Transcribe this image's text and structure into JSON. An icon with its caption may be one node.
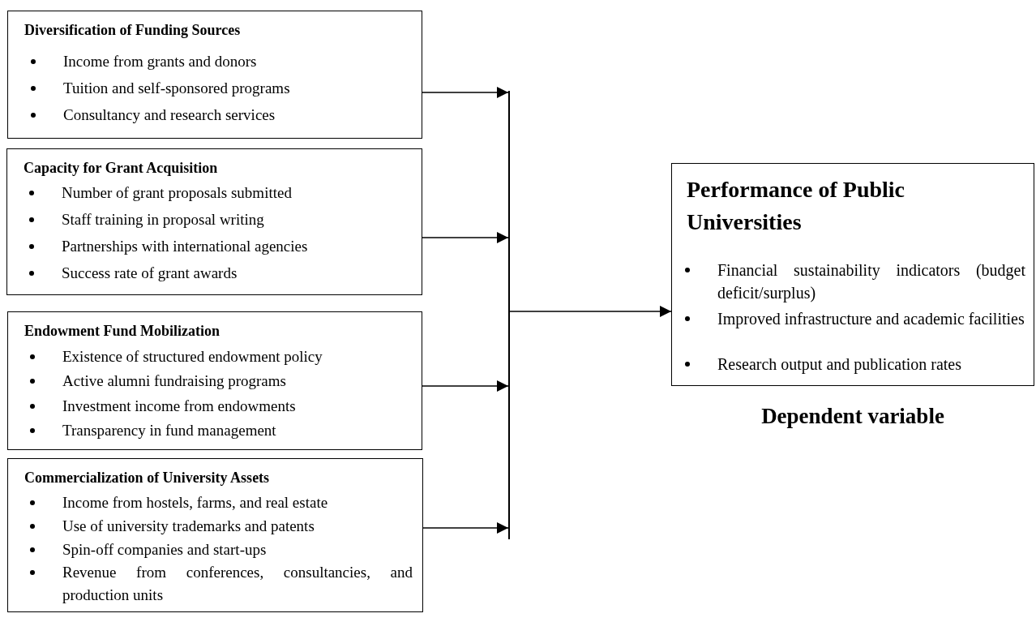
{
  "diagram": {
    "nodes": [
      {
        "text": [
          "Diversification of Funding Sources",
          "Income from grants and donors",
          "Tuition and self-sponsored programs",
          "Consultancy and research services"
        ]
      },
      {
        "text": [
          "Capacity for Grant Acquisition",
          "Number of grant proposals submitted",
          "Staff training in proposal writing",
          "Partnerships with international agencies",
          "Success rate of grant awards"
        ]
      },
      {
        "text": [
          "Endowment Fund Mobilization",
          "Existence of structured endowment policy",
          "Active alumni fundraising programs",
          "Investment income from endowments",
          "Transparency in fund management"
        ]
      },
      {
        "text": [
          "Commercialization of University Assets",
          "Income from hostels, farms, and real estate",
          "Use of university trademarks and patents",
          "Spin-off companies and start-ups",
          "Revenue from conferences, consultancies, and production units"
        ]
      },
      {
        "text": [],
        "shape": "bar"
      },
      {
        "text": [
          "Performance of Public Universities",
          "Financial sustainability indicators (budget deficit/surplus)",
          "Improved infrastructure and academic facilities",
          "Research output and publication rates"
        ],
        "beside": [
          "Dependent variable"
        ]
      }
    ],
    "edges": [
      {
        "from": 0,
        "to": 4,
        "arrow": "to"
      },
      {
        "from": 1,
        "to": 4,
        "arrow": "to"
      },
      {
        "from": 2,
        "to": 4,
        "arrow": "to"
      },
      {
        "from": 3,
        "to": 4,
        "arrow": "to"
      },
      {
        "from": 4,
        "to": 5,
        "arrow": "to"
      }
    ]
  }
}
